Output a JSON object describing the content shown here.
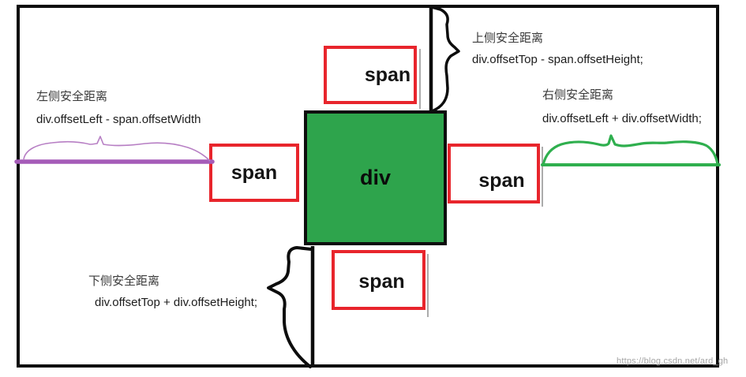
{
  "boxes": {
    "center_label": "div",
    "top_label": "span",
    "left_label": "span",
    "right_label": "span",
    "bottom_label": "span"
  },
  "annotations": {
    "left": {
      "title": "左侧安全距离",
      "code": "div.offsetLeft - span.offsetWidth"
    },
    "top": {
      "title": "上侧安全距离",
      "code": "div.offsetTop - span.offsetHeight;"
    },
    "right": {
      "title": "右侧安全距离",
      "code": "div.offsetLeft + div.offsetWidth;"
    },
    "bottom": {
      "title": "下侧安全距离",
      "code": "div.offsetTop + div.offsetHeight;"
    }
  },
  "colors": {
    "div_fill": "#2EA44C",
    "span_border": "#E8252C",
    "left_marker": "#A55CB8",
    "right_marker": "#2FAF4E",
    "ink": "#0d0d0d"
  },
  "watermark": "https://blog.csdn.net/ard_gh"
}
